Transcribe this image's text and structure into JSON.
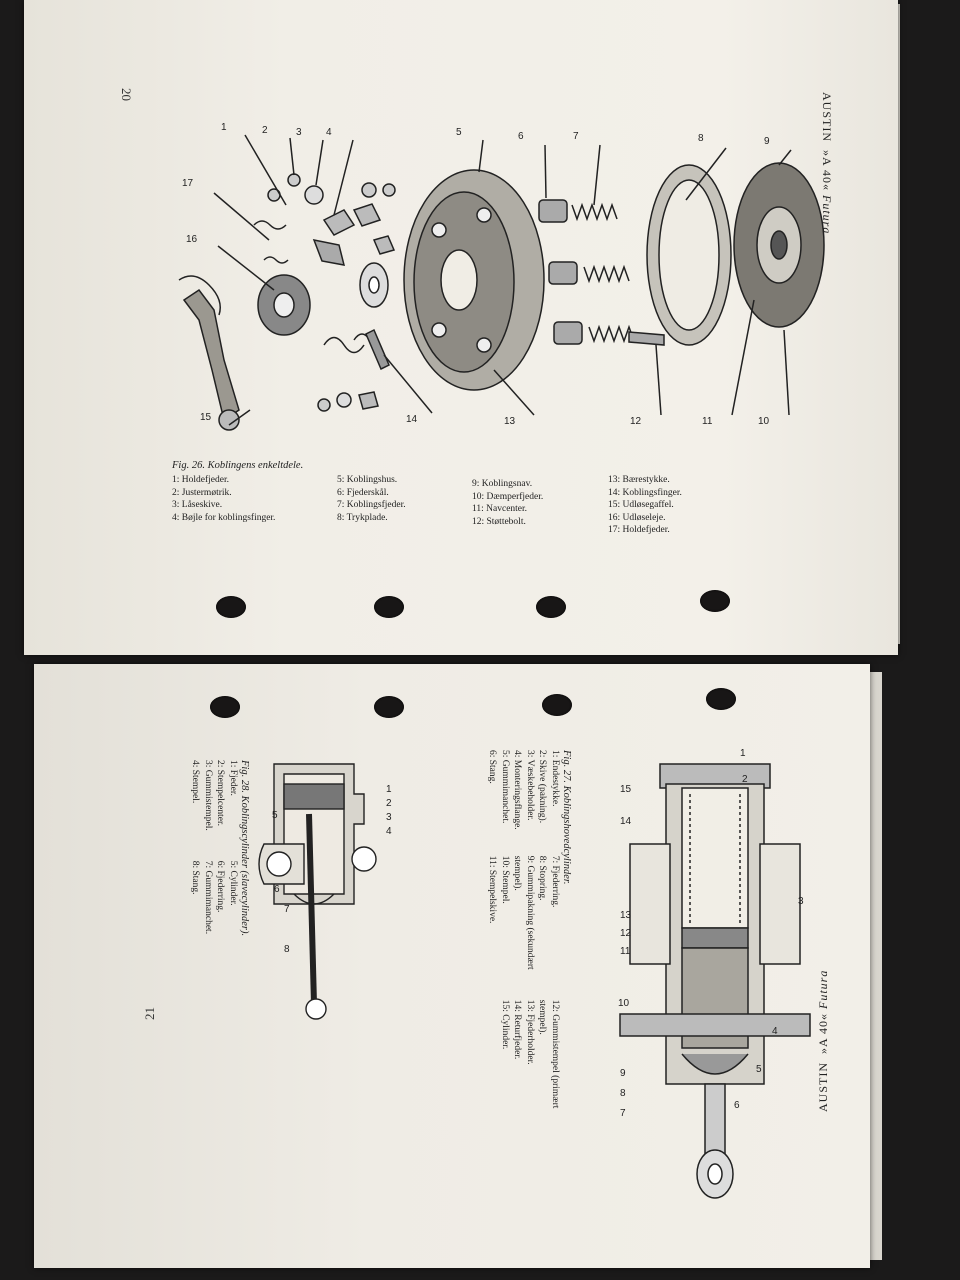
{
  "top_page": {
    "page_number": "20",
    "running_head": {
      "brand": "AUSTIN",
      "model": "A 40",
      "model_prefix": "»",
      "model_suffix": "«",
      "model_name": "Futura"
    },
    "figure_caption": "Fig. 26. Koblingens enkeltdele.",
    "legend_columns": [
      [
        "1: Holdefjeder.",
        "2: Justermøtrik.",
        "3: Låseskive.",
        "4: Bøjle for koblingsfinger."
      ],
      [
        "5: Koblingshus.",
        "6: Fjederskål.",
        "7: Koblingsfjeder.",
        "8: Trykplade."
      ],
      [
        "9: Koblingsnav.",
        "10: Dæmperfjeder.",
        "11: Navcenter.",
        "12: Støttebolt."
      ],
      [
        "13: Bærestykke.",
        "14: Koblingsfinger.",
        "15: Udløsegaffel.",
        "16: Udløseleje.",
        "17: Holdefjeder."
      ]
    ],
    "callouts": [
      "1",
      "2",
      "3",
      "4",
      "5",
      "6",
      "7",
      "8",
      "9",
      "17",
      "16",
      "15",
      "14",
      "13",
      "12",
      "11",
      "10"
    ]
  },
  "bottom_page": {
    "page_number": "21",
    "running_head": {
      "brand": "AUSTIN",
      "model": "A 40",
      "model_prefix": "»",
      "model_suffix": "«",
      "model_name": "Futura"
    },
    "fig27_caption": "Fig. 27. Koblingshovedcylinder.",
    "fig27_legend": [
      [
        "1: Endestykke.",
        "2: Skive (pakning).",
        "3: Væskebeholder.",
        "4: Monteringsflange.",
        "5: Gummimanchet.",
        "6: Stang."
      ],
      [
        "7: Fjederring.",
        "8: Stopring.",
        "9: Gummipakning (sekundært stempel).",
        "10: Stempel.",
        "11: Stempelskive."
      ],
      [
        "12: Gummistempel (primært stempel).",
        "13: Fjederholder.",
        "14: Returfjeder.",
        "15: Cylinder."
      ]
    ],
    "fig28_caption": "Fig. 28. Koblingscylinder (slavecylinder).",
    "fig28_legend": [
      [
        "1: Fjeder.",
        "2: Stempelcenter.",
        "3: Gummistempel.",
        "4: Stempel."
      ],
      [
        "5: Cylinder.",
        "6: Fjederring.",
        "7: Gummimanchet.",
        "8: Stang."
      ]
    ],
    "fig27_callouts": [
      "1",
      "2",
      "3",
      "4",
      "5",
      "6",
      "7",
      "8",
      "9",
      "10",
      "11",
      "12",
      "13",
      "14",
      "15"
    ],
    "fig28_callouts": [
      "1",
      "2",
      "3",
      "4",
      "5",
      "6",
      "7",
      "8"
    ]
  },
  "colors": {
    "paper": "#efece4",
    "background": "#1b1a1a",
    "ink": "#222222"
  }
}
